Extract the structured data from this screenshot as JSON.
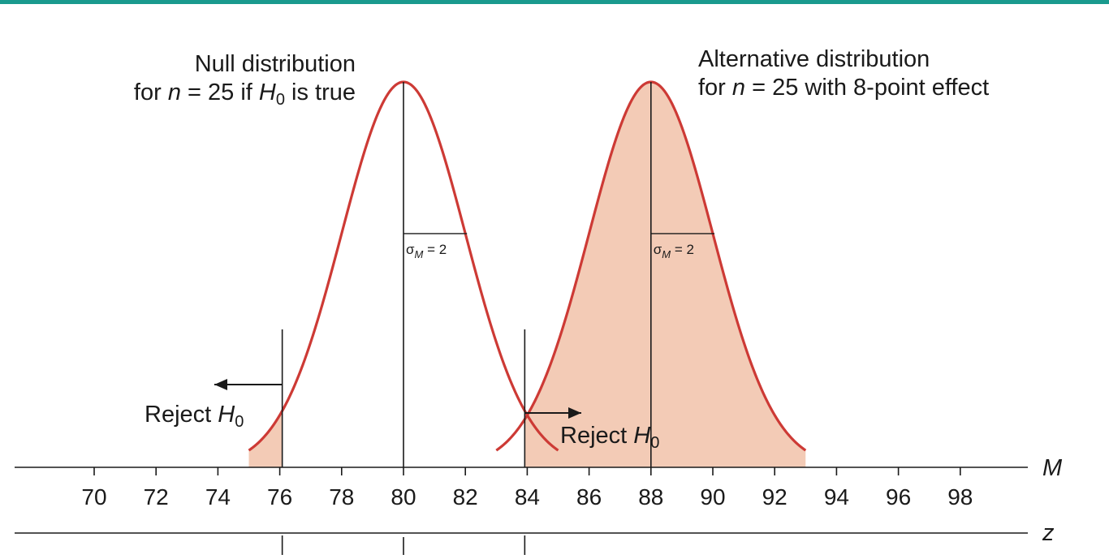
{
  "colors": {
    "top_border": "#1a9a8e",
    "curve": "#cd3a35",
    "fill": "#f3cbb6",
    "ink": "#1a1a1a"
  },
  "chart_data": {
    "type": "area",
    "axis_m": {
      "label": "M",
      "ticks": [
        70,
        72,
        74,
        76,
        78,
        80,
        82,
        84,
        86,
        88,
        90,
        92,
        94,
        96,
        98
      ],
      "xlim": [
        67.5,
        100.5
      ]
    },
    "axis_z": {
      "label": "z"
    },
    "distributions": [
      {
        "key": "null",
        "mean": 80,
        "sd": 2,
        "x_range": [
          75,
          85
        ],
        "label_line1": "Null distribution",
        "label_line2_prefix": "for ",
        "label_line2_var": "n",
        "label_line2_mid": " = 25 if ",
        "label_line2_h": "H",
        "label_line2_sub": "0",
        "label_line2_suffix": " is true",
        "sigma_label": {
          "sigma": "σ",
          "sub": "M",
          "rest": " = 2"
        },
        "shaded_tail": [
          75,
          76.08
        ]
      },
      {
        "key": "alternative",
        "mean": 88,
        "sd": 2,
        "x_range": [
          83,
          93
        ],
        "label_line1": "Alternative distribution",
        "label_line2_prefix": "for ",
        "label_line2_var": "n",
        "label_line2_mid": " = 25 with 8-point effect",
        "sigma_label": {
          "sigma": "σ",
          "sub": "M",
          "rest": " = 2"
        },
        "shaded_region": [
          83.92,
          93
        ]
      }
    ],
    "critical_values": [
      76.08,
      83.92
    ],
    "reject_labels": [
      {
        "text": "Reject ",
        "h": "H",
        "sub": "0",
        "side": "left"
      },
      {
        "text": "Reject ",
        "h": "H",
        "sub": "0",
        "side": "right"
      }
    ]
  }
}
